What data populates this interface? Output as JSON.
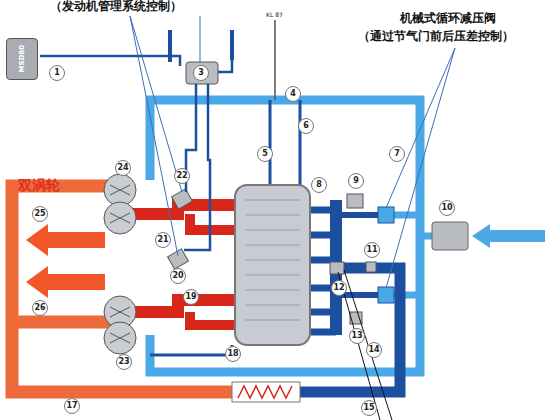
{
  "diagram": {
    "nodes": [
      {
        "text": [
          "MSD80"
        ]
      }
    ],
    "labels": [
      "（发动机管理系统控制）",
      "机械式循环减压阀",
      "（通过节气门前后压差控制）",
      "双涡轮",
      "KL 87",
      "1",
      "3",
      "4",
      "5",
      "6",
      "7",
      "8",
      "9",
      "10",
      "11",
      "12",
      "13",
      "14",
      "15",
      "17",
      "18",
      "19",
      "20",
      "21",
      "22",
      "23",
      "24",
      "25",
      "26"
    ]
  }
}
